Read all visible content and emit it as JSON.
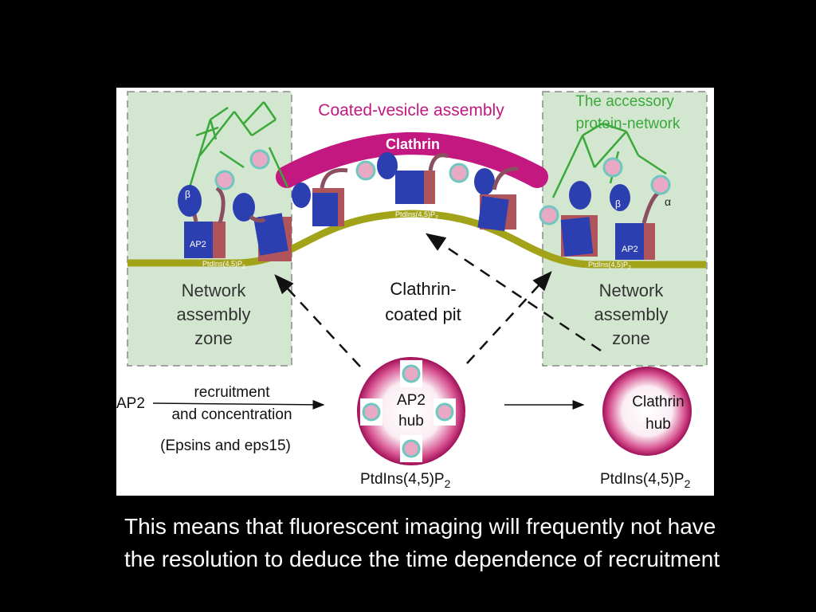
{
  "figure": {
    "title": "Coated-vesicle assembly",
    "clathrin_label": "Clathrin",
    "accessory_label_line1": "The accessory",
    "accessory_label_line2": "protein-network",
    "membrane_label": "PtdIns(4,5)P",
    "membrane_label_sub": "2",
    "ap2_box_label": "AP2",
    "beta_label": "β",
    "alpha_label": "α",
    "zone_left": [
      "Network",
      "assembly",
      "zone"
    ],
    "zone_right": [
      "Network",
      "assembly",
      "zone"
    ],
    "pit_label": [
      "Clathrin-",
      "coated pit"
    ],
    "ap2_source": "AP2",
    "recruitment_top": "recruitment",
    "recruitment_bottom": "and concentration",
    "recruitment_note": "(Epsins and eps15)",
    "ap2_hub": [
      "AP2",
      "hub"
    ],
    "clathrin_hub": [
      "Clathrin",
      "hub"
    ],
    "hub_lipid": "PtdIns(4,5)P",
    "hub_lipid_sub": "2"
  },
  "colors": {
    "clathrin": "#c2187f",
    "membrane": "#a3a31a",
    "ap2_blue": "#2c3fb0",
    "ap2_red": "#b0545c",
    "network_green": "#3aa83a",
    "zone_fill": "#d3e7d0"
  },
  "caption": "This means that fluorescent imaging will frequently not have the resolution to deduce the time dependence of recruitment"
}
